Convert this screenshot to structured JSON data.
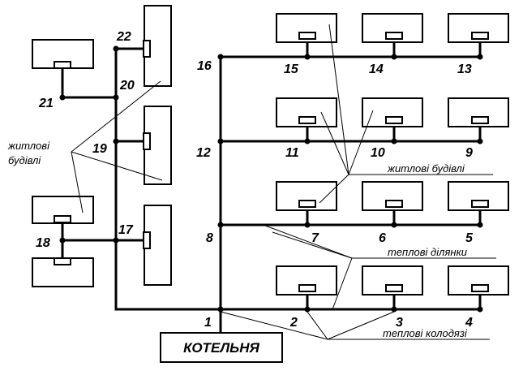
{
  "boiler_label": "КОТЕЛЬНЯ",
  "labels": {
    "residential_left_line1": "житлові",
    "residential_left_line2": "будівлі",
    "residential_right": "житлові будівлі",
    "heat_sections": "теплові ділянки",
    "heat_wells": "теплові колодязі"
  },
  "nodes": {
    "n1": "1",
    "n2": "2",
    "n3": "3",
    "n4": "4",
    "n5": "5",
    "n6": "6",
    "n7": "7",
    "n8": "8",
    "n9": "9",
    "n10": "10",
    "n11": "11",
    "n12": "12",
    "n13": "13",
    "n14": "14",
    "n15": "15",
    "n16": "16",
    "n17": "17",
    "n18": "18",
    "n19": "19",
    "n20": "20",
    "n21": "21",
    "n22": "22"
  }
}
